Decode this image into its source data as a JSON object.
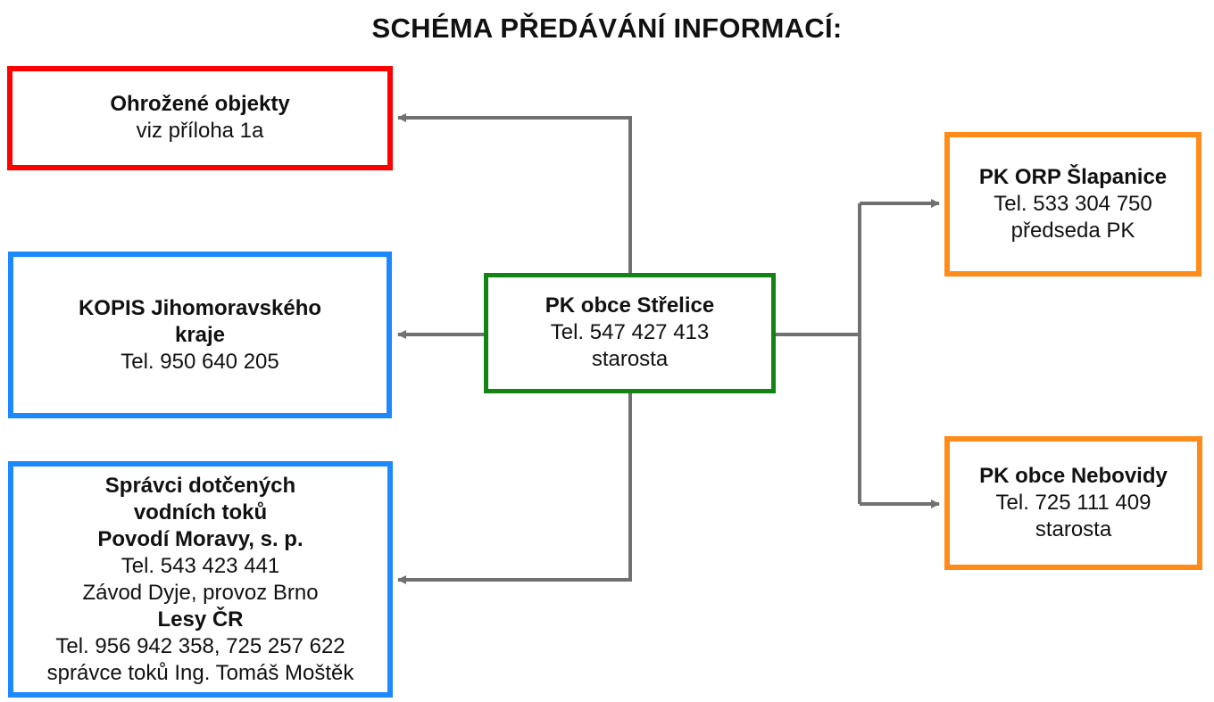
{
  "title": "SCHÉMA PŘEDÁVÁNÍ INFORMACÍ:",
  "colors": {
    "red": "#ff0000",
    "blue": "#1e88ff",
    "green": "#138413",
    "orange": "#ff8c1a",
    "arrow": "#707070"
  },
  "nodes": {
    "ohrozene": {
      "name": "Ohrožené objekty",
      "line1": "viz příloha 1a"
    },
    "kopis": {
      "name1": "KOPIS Jihomoravského",
      "name2": "kraje",
      "phone": "Tel. 950 640 205"
    },
    "spravci": {
      "heading1": "Správci dotčených",
      "heading2": "vodních toků",
      "org1": "Povodí Moravy, s. p.",
      "org1_phone": "Tel. 543 423 441",
      "org1_unit": "Závod Dyje, provoz Brno",
      "org2": "Lesy ČR",
      "org2_phone": "Tel. 956 942 358, 725 257 622",
      "org2_contact": "správce toků Ing. Tomáš Moštěk"
    },
    "strelice": {
      "name": "PK obce Střelice",
      "phone": "Tel. 547 427 413",
      "role": "starosta"
    },
    "orp": {
      "name": "PK ORP Šlapanice",
      "phone": "Tel. 533 304 750",
      "role": "předseda PK"
    },
    "nebovidy": {
      "name": "PK obce Nebovidy",
      "phone": "Tel. 725 111 409",
      "role": "starosta"
    }
  }
}
